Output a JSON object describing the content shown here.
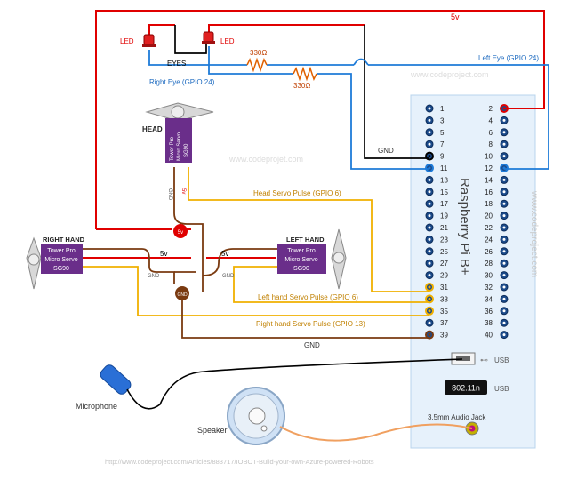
{
  "labels": {
    "v5_top": "5v",
    "led_left": "LED",
    "led_right": "LED",
    "eyes": "EYES",
    "r1": "330Ω",
    "r2": "330Ω",
    "left_eye": "Left Eye (GPIO 24)",
    "right_eye": "Right Eye (GPIO 24)",
    "head": "HEAD",
    "gnd_mid": "GND",
    "head_pulse": "Head Servo Pulse (GPIO 6)",
    "right_hand": "RIGHT HAND",
    "left_hand": "LEFT HAND",
    "v5_rh": "5v",
    "v5_lh": "5v",
    "v5_node": "5v",
    "gnd_node": "GND",
    "gnd_rh": "GND",
    "gnd_lh": "GND",
    "gnd_bottom": "GND",
    "left_pulse": "Left hand Servo Pulse (GPIO 6)",
    "right_pulse": "Right hand  Servo Pulse (GPIO 13)",
    "gnd_head_v": "GND",
    "v5_head_v": "5v",
    "usb_label": "USB",
    "wifi_chip": "802.11n",
    "wifi_label": "USB",
    "audio_jack": "3.5mm Audio Jack",
    "microphone": "Microphone",
    "speaker": "Speaker",
    "board_name": "Raspberry Pi B+",
    "footer_url": "http://www.codeproject.com/Articles/883717/IOBOT-Build-your-own-Azure-powered-Robots",
    "watermark": "www.codeproject.com",
    "watermark_alt": "www.codeprojet.com"
  },
  "servo_text": {
    "head": [
      "Tower Pro",
      "Micro Servo",
      "SG90"
    ],
    "right": [
      "Tower Pro",
      "Micro Servo",
      "SG90"
    ],
    "left": [
      "Tower Pro",
      "Micro Servo",
      "SG90"
    ]
  },
  "gpio_pins_left": [
    "1",
    "3",
    "5",
    "7",
    "9",
    "11",
    "13",
    "15",
    "17",
    "19",
    "21",
    "23",
    "25",
    "27",
    "29",
    "31",
    "33",
    "35",
    "37",
    "39"
  ],
  "gpio_pins_right": [
    "2",
    "4",
    "6",
    "8",
    "10",
    "12",
    "14",
    "16",
    "18",
    "20",
    "22",
    "24",
    "26",
    "28",
    "30",
    "32",
    "34",
    "36",
    "38",
    "40"
  ],
  "colors": {
    "power": "#e00000",
    "signal": "#1e7bd8",
    "ground": "#000000",
    "servo_pulse": "#f0b000",
    "servo_gnd": "#7a3a10",
    "board": "#e8f2fc",
    "servo_body": "#6a2e8a"
  }
}
